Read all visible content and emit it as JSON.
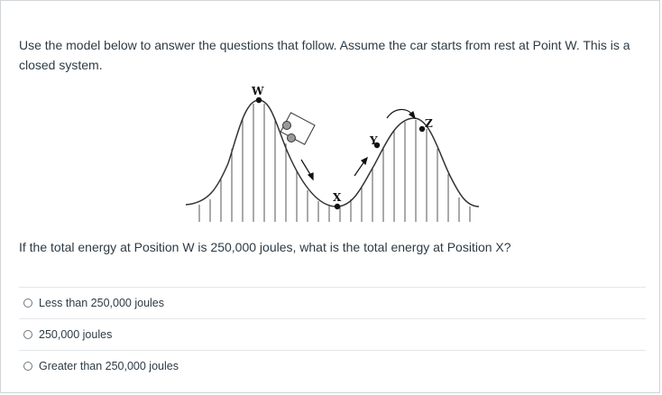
{
  "question": {
    "prompt": "Use the model below to answer the questions that follow. Assume the car starts from rest at Point W.  This is a closed system.",
    "text": "If the total energy at Position W is 250,000 joules, what is the total energy at Position X?"
  },
  "diagram": {
    "labels": {
      "w": "W",
      "x": "X",
      "y": "Y",
      "z": "Z"
    }
  },
  "answers": [
    {
      "label": "Less than 250,000 joules"
    },
    {
      "label": "250,000 joules"
    },
    {
      "label": "Greater than 250,000 joules"
    }
  ]
}
